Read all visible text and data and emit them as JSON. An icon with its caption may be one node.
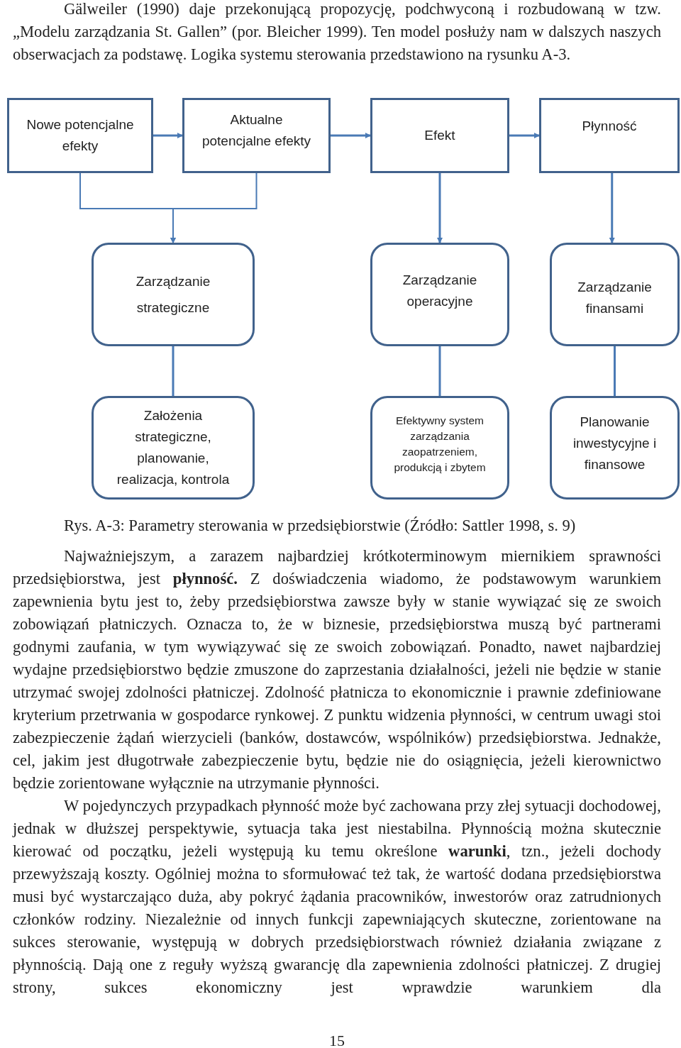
{
  "diagram": {
    "caption": "Rys. A-3: Parametry sterowania w przedsiębiorstwie (Źródło: Sattler 1998, s. 9)",
    "nodes": [
      {
        "text": [
          "Nowe potencjalne efekty"
        ]
      },
      {
        "text": [
          "Aktualne potencjalne efekty"
        ]
      },
      {
        "text": [
          "Efekt"
        ]
      },
      {
        "text": [
          "Płynność"
        ]
      },
      {
        "text": [
          "Zarządzanie strategiczne"
        ]
      },
      {
        "text": [
          "Zarządzanie operacyjne"
        ]
      },
      {
        "text": [
          "Zarządzanie finansami"
        ]
      },
      {
        "text": [
          "Założenia strategiczne, planowanie, realizacja, kontrola"
        ]
      },
      {
        "text": [
          "Efektywny system zarządzania zaopatrzeniem, produkcją i zbytem"
        ]
      },
      {
        "text": [
          "Planowanie inwestycyjne i finansowe"
        ]
      }
    ],
    "edges": [
      {
        "from": 0,
        "to": 1,
        "arrow": "to"
      },
      {
        "from": 1,
        "to": 2,
        "arrow": "to"
      },
      {
        "from": 2,
        "to": 3,
        "arrow": "to"
      },
      {
        "from": 0,
        "to": 4,
        "arrow": "to"
      },
      {
        "from": 1,
        "to": 4,
        "arrow": "to"
      },
      {
        "from": 2,
        "to": 5,
        "arrow": "to"
      },
      {
        "from": 3,
        "to": 6,
        "arrow": "to"
      },
      {
        "from": 4,
        "to": 7,
        "arrow": "none"
      },
      {
        "from": 5,
        "to": 8,
        "arrow": "none"
      },
      {
        "from": 6,
        "to": 9,
        "arrow": "none"
      }
    ],
    "labels": [
      "Gälweiler (1990) daje przekonującą propozycję, podchwyconą i rozbudowaną w tzw. „Modelu zarządzania St. Gallen” (por. Bleicher 1999). Ten model posłuży nam w dalszych naszych obserwacjach za podstawę. Logika systemu sterowania przedstawiono na rysunku A-3.",
      "Najważniejszym, a zarazem najbardziej krótkoterminowym miernikiem sprawności przedsiębiorstwa, jest **płynność.** Z doświadczenia wiadomo, że podstawowym warunkiem zapewnienia bytu jest to, żeby przedsiębiorstwa zawsze były w stanie wywiązać się ze swoich zobowiązań płatniczych. Oznacza to, że w biznesie, przedsiębiorstwa muszą być partnerami godnymi zaufania, w tym wywiązywać się ze swoich zobowiązań. Ponadto, nawet najbardziej wydajne przedsiębiorstwo będzie zmuszone do zaprzestania działalności, jeżeli nie będzie w stanie utrzymać swojej zdolności płatniczej. Zdolność płatnicza to ekonomicznie i prawnie zdefiniowane kryterium przetrwania w gospodarce rynkowej. Z punktu widzenia płynności, w centrum uwagi stoi zabezpieczenie żądań wierzycieli (banków, dostawców, wspólników) przedsiębiorstwa. Jednakże, cel, jakim jest długotrwałe zabezpieczenie bytu, będzie nie do osiągnięcia, jeżeli kierownictwo będzie zorientowane wyłącznie na utrzymanie płynności.",
      "W pojedynczych przypadkach płynność może być zachowana przy złej sytuacji dochodowej, jednak w dłuższej perspektywie, sytuacja taka jest niestabilna. Płynnością można skutecznie kierować od początku, jeżeli występują ku temu określone **warunki**, tzn., jeżeli dochody przewyższają koszty. Ogólniej można to sformułować też tak, że wartość dodana przedsiębiorstwa musi być wystarczająco duża, aby pokryć żądania pracowników, inwestorów oraz zatrudnionych członków rodziny. Niezależnie od innych funkcji zapewniających skuteczne, zorientowane na sukces sterowanie, występują w dobrych przedsiębiorstwach również działania związane z płynnością. Dają one z reguły wyższą gwarancję dla zapewnienia zdolności płatniczej. Z drugiej strony, sukces ekonomiczny jest wprawdzie warunkiem dla",
      "15"
    ]
  }
}
